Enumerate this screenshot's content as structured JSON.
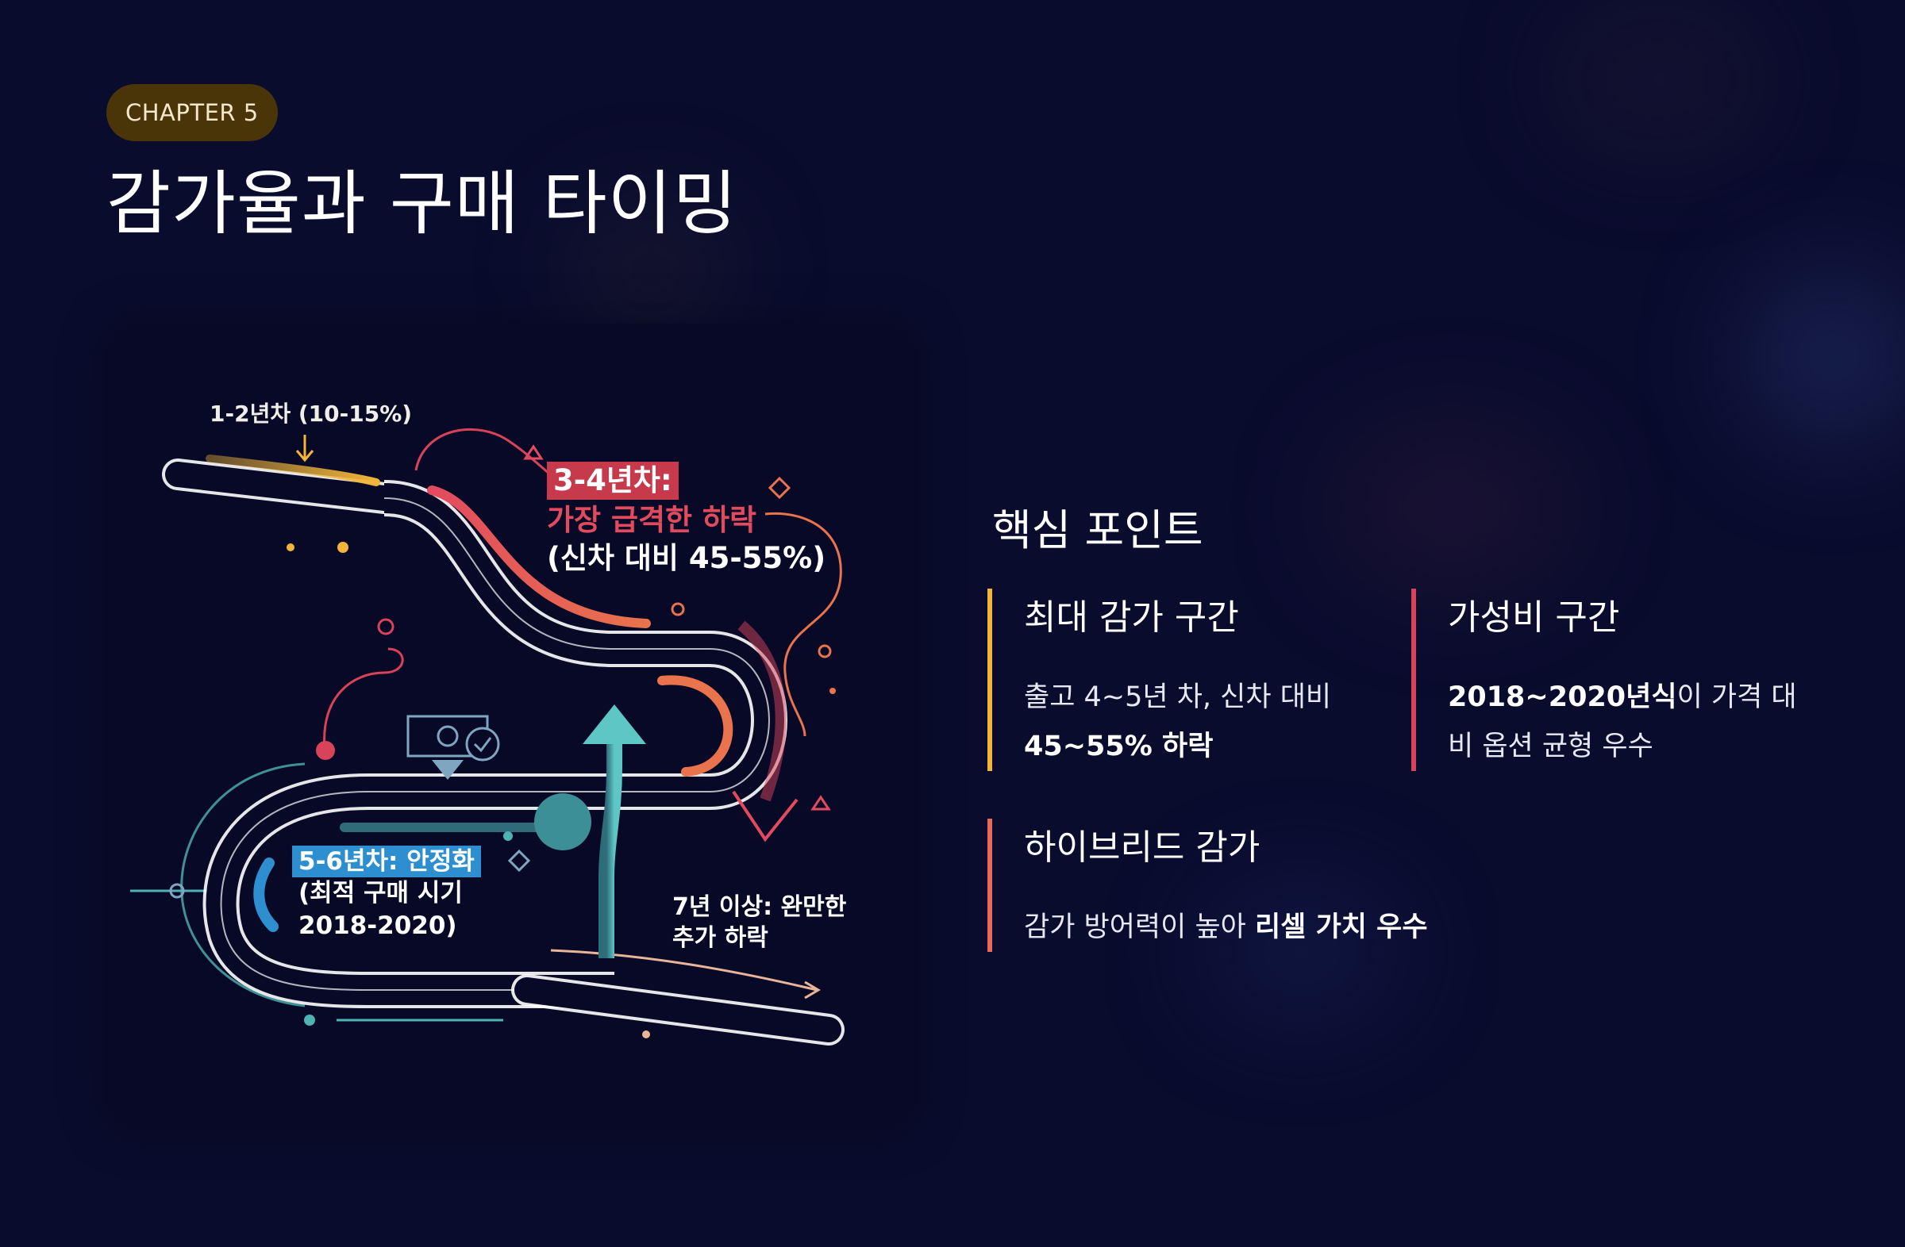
{
  "header": {
    "chapter_badge": "CHAPTER 5",
    "title": "감가율과 구매 타이밍"
  },
  "infographic": {
    "stage_1": "1-2년차 (10-15%)",
    "stage_2_highlight": "3-4년차:",
    "stage_2_line1": "가장 급격한 하락",
    "stage_2_line2": "(신차 대비 45-55%)",
    "stage_3_highlight": "5-6년차: 안정화",
    "stage_3_line1": "(최적 구매 시기",
    "stage_3_line2": "2018-2020)",
    "stage_4_line1": "7년 이상: 완만한",
    "stage_4_line2": "추가 하락",
    "icons": [
      "down-arrow",
      "money-bill-check",
      "up-arrow",
      "down-red-arrow"
    ],
    "colors": {
      "gold": "#f2b53a",
      "red": "#d84359",
      "orange": "#e8734c",
      "blue": "#2d8fd0",
      "teal": "#4fb3b3"
    }
  },
  "key_points": {
    "title": "핵심 포인트",
    "cards": [
      {
        "title": "최대 감가 구간",
        "line1": "출고 4~5년 차, 신차 대비",
        "line2_bold": "45~55% 하락",
        "accent": "#f2b53a"
      },
      {
        "title": "가성비 구간",
        "line1_bold": "2018~2020년식",
        "line1_rest": "이 가격 대",
        "line2": "비 옵션 균형 우수",
        "accent": "#d84359"
      },
      {
        "title": "하이브리드 감가",
        "line1": "감가 방어력이 높아 ",
        "line1_bold": "리셀 가치 우수",
        "accent": "#e86a5a"
      }
    ]
  }
}
